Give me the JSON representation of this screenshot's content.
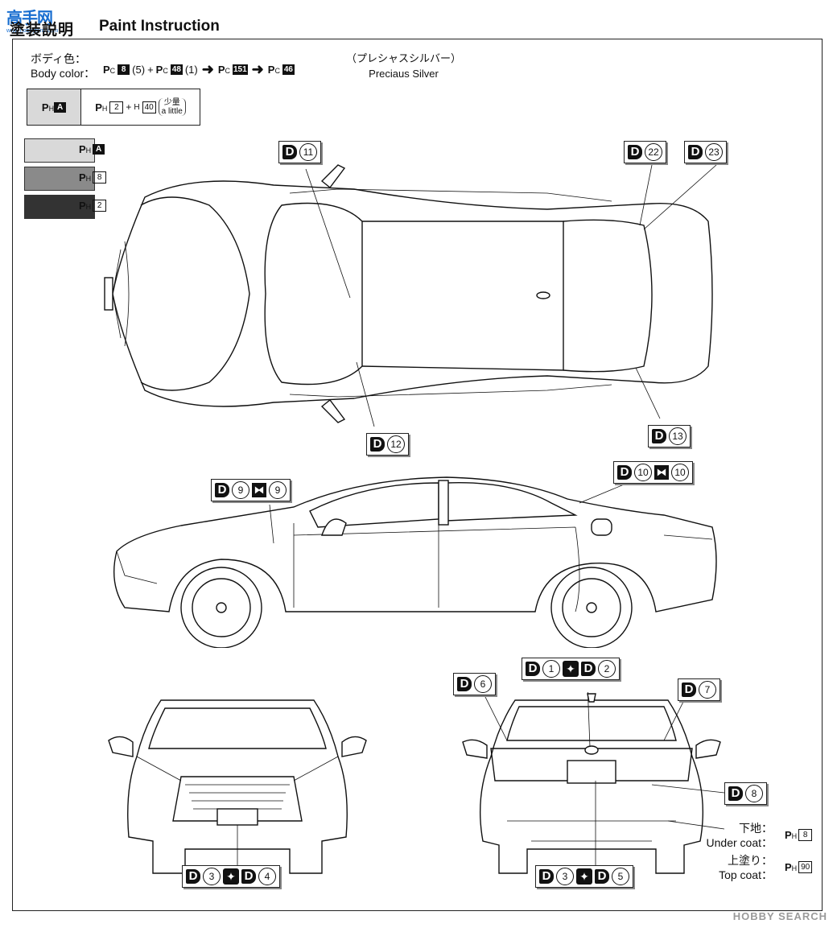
{
  "header": {
    "logo": "高手网",
    "logo_sub": "www.hobbyfans.com",
    "title_jp": "塗装説明",
    "title_en": "Paint Instruction"
  },
  "body_color": {
    "label_jp": "ボディ色：",
    "label_en": "Body color：",
    "formula": [
      {
        "prefix": "P",
        "sub": "C",
        "code": "8",
        "qty": "(5)"
      },
      {
        "op": "+"
      },
      {
        "prefix": "P",
        "sub": "C",
        "code": "48",
        "qty": "(1)"
      },
      {
        "op": "arrow"
      },
      {
        "prefix": "P",
        "sub": "C",
        "code": "151"
      },
      {
        "op": "arrow"
      },
      {
        "prefix": "P",
        "sub": "C",
        "code": "46"
      }
    ],
    "name_jp": "（プレシャスシルバー）",
    "name_en": "Preciaus Silver"
  },
  "mix_box": {
    "left_code": "A",
    "left_prefix": "P",
    "left_sub": "H",
    "right": {
      "a_code": "2",
      "plus": "+",
      "b_code": "40",
      "note_jp": "少量",
      "note_en": "a little"
    }
  },
  "legend": [
    {
      "color": "#d9d9d9",
      "code": "A",
      "style": "filled"
    },
    {
      "color": "#8a8a8a",
      "code": "8",
      "style": "outline"
    },
    {
      "color": "#333333",
      "code": "2",
      "style": "outline"
    }
  ],
  "decals": {
    "d11": {
      "n1": "11"
    },
    "d22": {
      "n1": "22"
    },
    "d23": {
      "n1": "23"
    },
    "d12": {
      "n1": "12"
    },
    "d13": {
      "n1": "13"
    },
    "d9": {
      "n1": "9",
      "n2": "9"
    },
    "d10": {
      "n1": "10",
      "n2": "10"
    },
    "d1_2": {
      "n1": "1",
      "n2": "2"
    },
    "d6": {
      "n1": "6"
    },
    "d7": {
      "n1": "7"
    },
    "d8": {
      "n1": "8"
    },
    "d3_4": {
      "n1": "3",
      "n2": "4"
    },
    "d3_5": {
      "n1": "3",
      "n2": "5"
    }
  },
  "coats": {
    "under_jp": "下地：",
    "under_en": "Under coat：",
    "under_code": "8",
    "top_jp": "上塗り：",
    "top_en": "Top coat：",
    "top_code": "90"
  },
  "watermark": "HOBBY SEARCH"
}
